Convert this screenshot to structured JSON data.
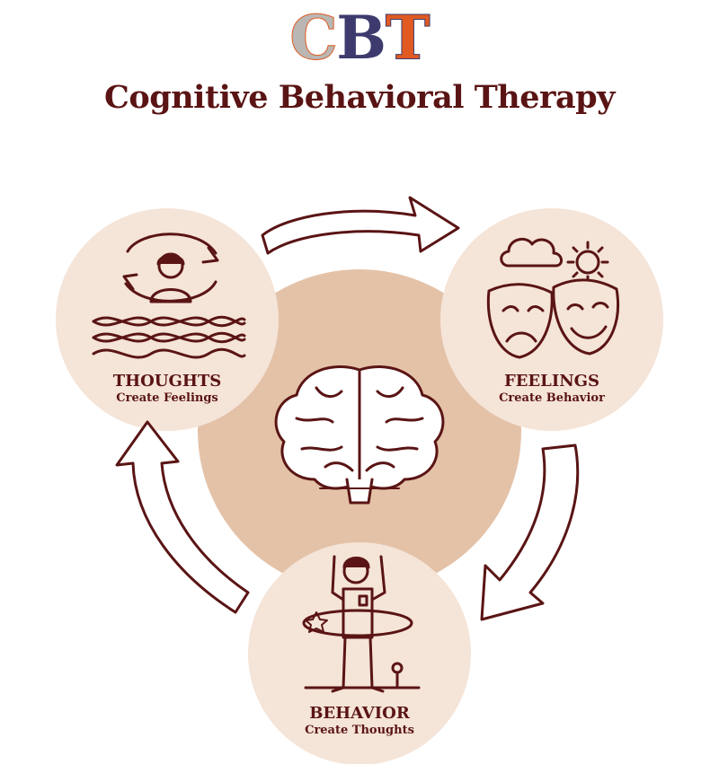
{
  "logo": {
    "c": "C",
    "b": "B",
    "t": "T",
    "colors": {
      "c": "#b9b6b3",
      "b": "#3d3b6e",
      "t": "#e05a22",
      "outline": "#e05a22"
    }
  },
  "title": "Cognitive Behavioral Therapy",
  "nodes": {
    "thoughts": {
      "heading": "THOUGHTS",
      "caption": "Create Feelings"
    },
    "feelings": {
      "heading": "FEELINGS",
      "caption": "Create Behavior"
    },
    "behavior": {
      "heading": "BEHAVIOR",
      "caption": "Create Thoughts"
    }
  },
  "colors": {
    "ink": "#5a1414",
    "circle": "#f5e4d8",
    "center": "#e4c2a8"
  }
}
